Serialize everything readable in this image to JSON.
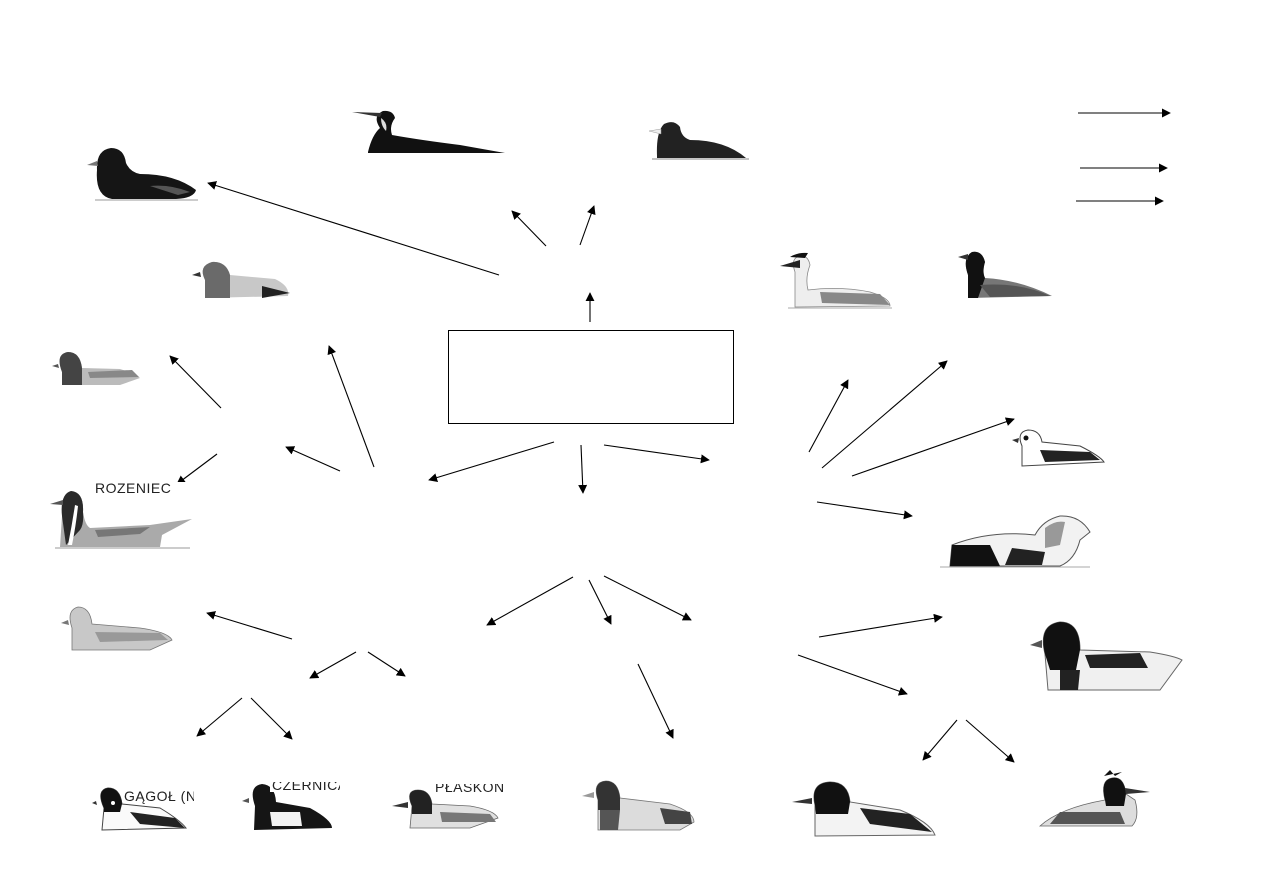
{
  "labels": {
    "rozeniec": "ROŻENIEC",
    "gagol": "GĄGOŁ (N)",
    "czernica": "CZERNICA",
    "plaskon": "PŁASKON"
  },
  "colors": {
    "ink": "#000000",
    "dark_plumage": "#1a1a1a",
    "grey_plumage": "#8a8a8a",
    "light_plumage": "#d8d8d8",
    "background": "#ffffff"
  }
}
